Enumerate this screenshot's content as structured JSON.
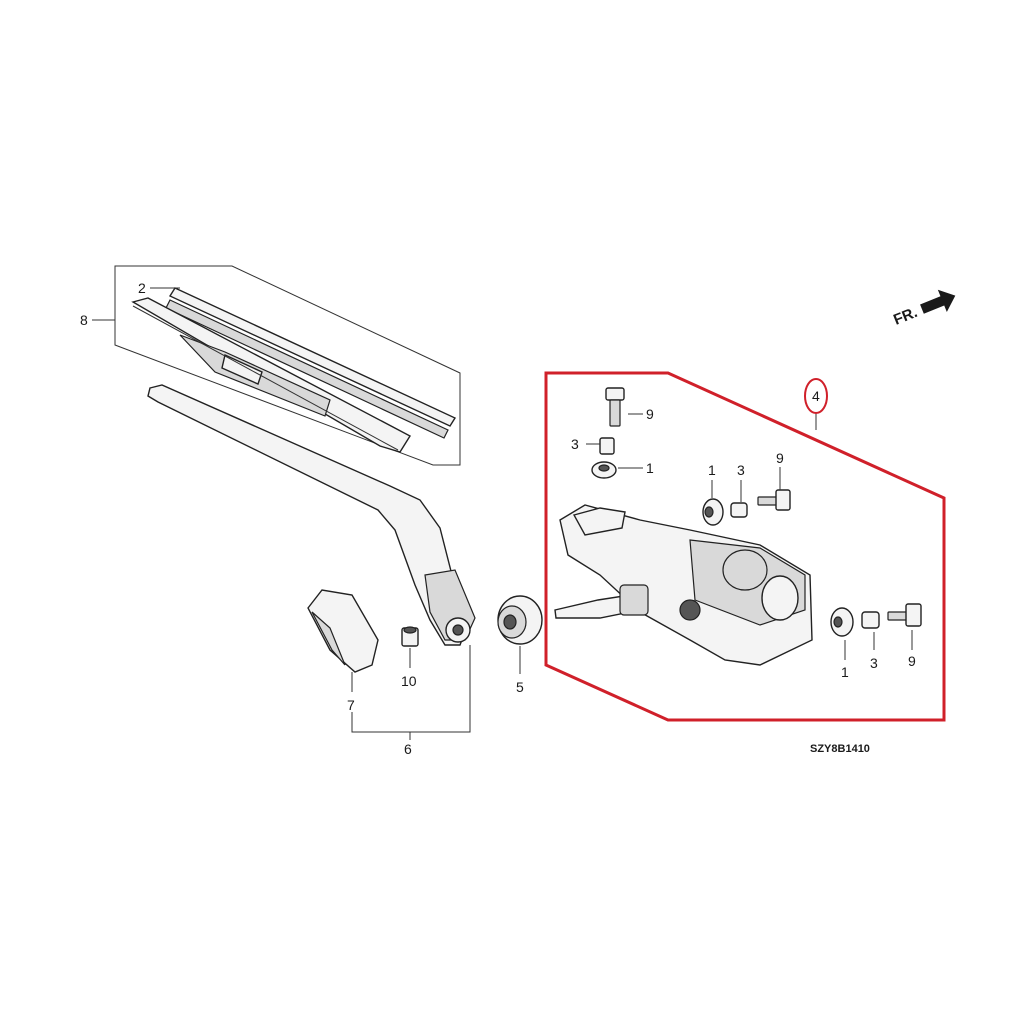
{
  "diagram": {
    "drawing_code": "SZY8B1410",
    "direction_label": "FR.",
    "callouts": {
      "c1_top": "1",
      "c1_mid": "1",
      "c1_bot": "1",
      "c2": "2",
      "c3_top": "3",
      "c3_mid": "3",
      "c3_bot": "3",
      "c4": "4",
      "c5": "5",
      "c6": "6",
      "c7": "7",
      "c8": "8",
      "c9_top": "9",
      "c9_mid": "9",
      "c9_bot": "9",
      "c10": "10"
    },
    "colors": {
      "highlight": "#d0202a",
      "line": "#222222"
    }
  }
}
